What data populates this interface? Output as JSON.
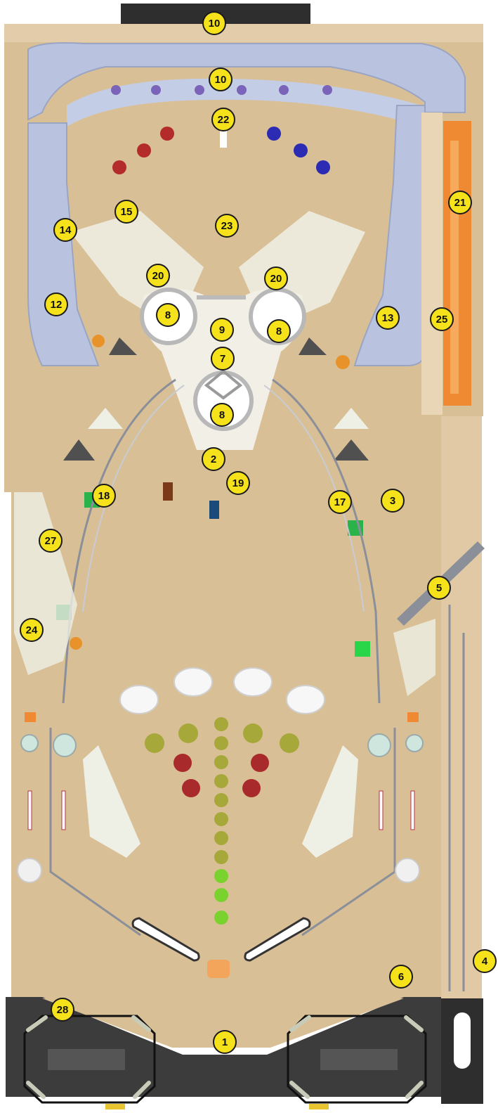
{
  "playfield": {
    "colors": {
      "wood": "#d9bf96",
      "woodLight": "#e8d6b6",
      "ramp": "#b9c3df",
      "plastic": "#eef0e6",
      "apron": "#3c3c3c",
      "apronEdge": "#232323",
      "lane": "#ef8a33",
      "rail": "#8a8f99",
      "calloutFill": "#f6e21a",
      "calloutStroke": "#1a1a1a"
    },
    "callouts": [
      "10",
      "10",
      "22",
      "23",
      "21",
      "15",
      "14",
      "20",
      "20",
      "12",
      "8",
      "9",
      "8",
      "13",
      "25",
      "7",
      "8",
      "2",
      "19",
      "3",
      "18",
      "17",
      "27",
      "5",
      "24",
      "4",
      "6",
      "28",
      "1"
    ]
  }
}
